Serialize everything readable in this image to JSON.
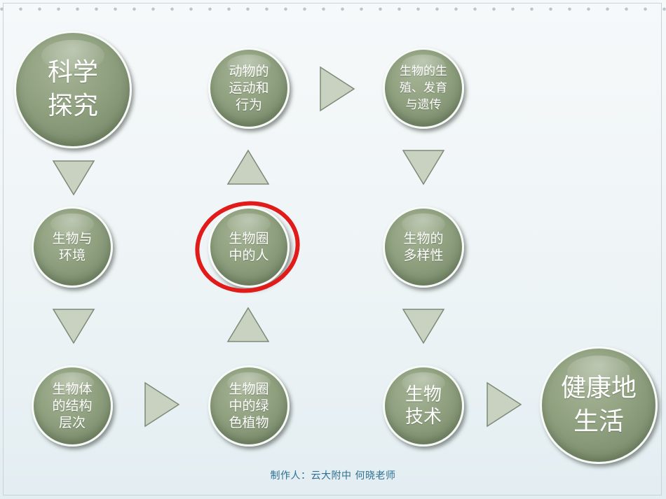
{
  "nodes": {
    "science_inquiry": "科学\n探究",
    "animal_movement": "动物的\n运动和\n行为",
    "reproduction": "生物的生\n殖、发育\n与遗传",
    "organism_env": "生物与\n环境",
    "human": "生物圈\n中的人",
    "diversity": "生物的\n多样性",
    "structure": "生物体\n的结构\n层次",
    "green_plants": "生物圈\n中的绿\n色植物",
    "biotech": "生物\n技术",
    "healthy_life": "健康地\n生活"
  },
  "footer": {
    "credit": "制作人：云大附中 何晓老师"
  },
  "colors": {
    "node_fill": "#8fa07f",
    "arrow_fill": "#c9d2c0",
    "highlight_ring": "#e11a1a",
    "credit_text": "#2e6f93"
  },
  "highlighted_node": "human"
}
